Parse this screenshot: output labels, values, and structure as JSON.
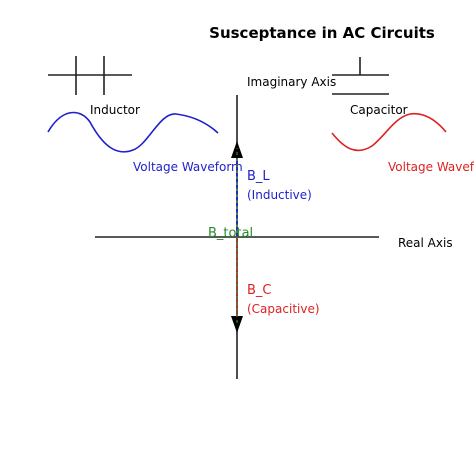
{
  "title": "Susceptance in AC Circuits",
  "axes": {
    "imaginary_label": "Imaginary Axis",
    "real_label": "Real Axis"
  },
  "components": {
    "inductor": {
      "label": "Inductor",
      "waveform_label": "Voltage Waveform",
      "color": "#1f1fcc"
    },
    "capacitor": {
      "label": "Capacitor",
      "waveform_label": "Voltage Waveform",
      "color": "#dd2222"
    }
  },
  "vectors": {
    "inductive": {
      "label": "B_L",
      "sublabel": "(Inductive)",
      "color": "#1f1fcc"
    },
    "capacitive": {
      "label": "B_C",
      "sublabel": "(Capacitive)",
      "color": "#dd2222"
    },
    "total": {
      "label": "B_total",
      "color": "#2a8a2a"
    }
  }
}
